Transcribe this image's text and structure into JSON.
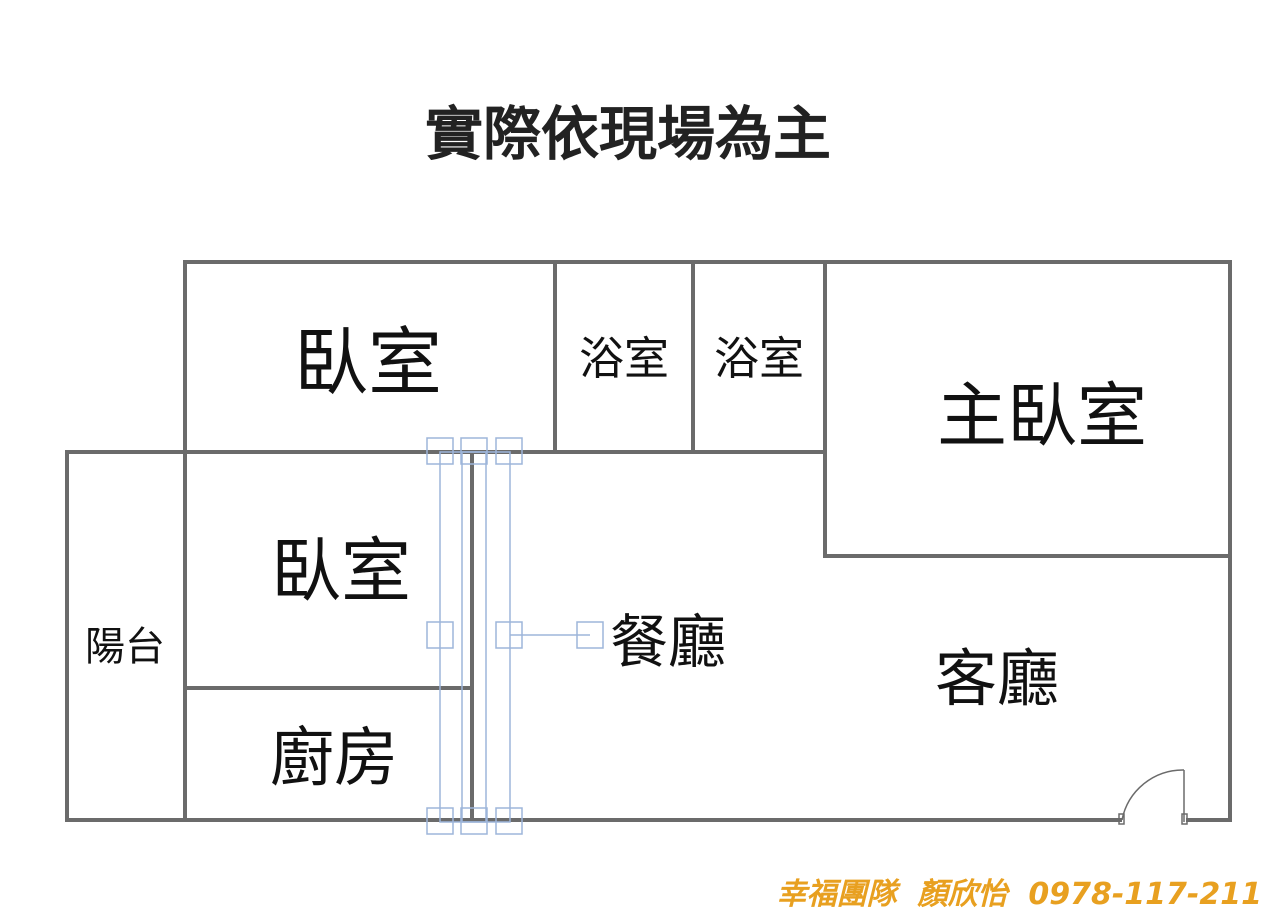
{
  "title": "實際依現場為主",
  "rooms": {
    "bedroom_top": "臥室",
    "bath_1": "浴室",
    "bath_2": "浴室",
    "master_bedroom": "主臥室",
    "balcony": "陽台",
    "bedroom_mid": "臥室",
    "dining_room": "餐廳",
    "living_room": "客廳",
    "kitchen": "廚房"
  },
  "footer": {
    "credit": "幸福團隊  顏欣怡  0978-117-211"
  },
  "colors": {
    "wall": "#6b6b6b",
    "selection": "#9db5da",
    "credit_text": "#e8a020"
  }
}
